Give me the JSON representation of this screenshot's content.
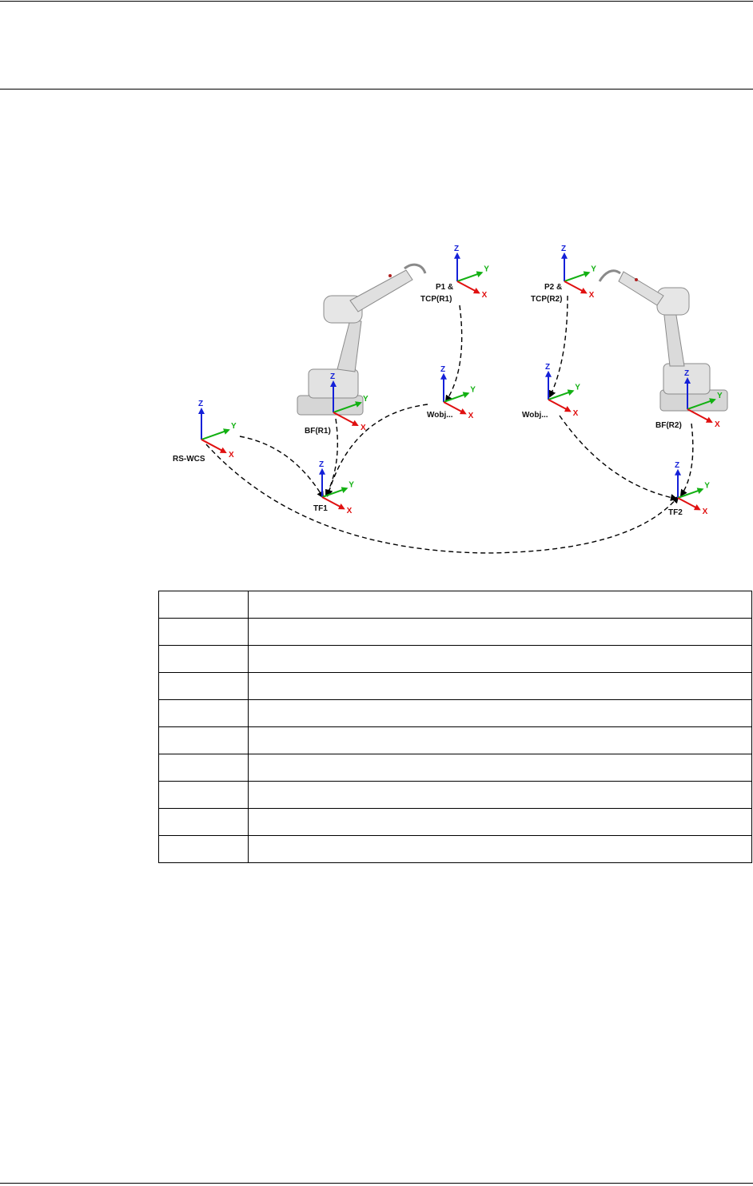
{
  "figure": {
    "labels": {
      "world": "RS-WCS",
      "base_r1": "BF(R1)",
      "base_r2": "BF(R2)",
      "task_1": "TF1",
      "task_2": "TF2",
      "wobj_1": "Wobj...",
      "wobj_2": "Wobj...",
      "point_1_line1": "P1 &",
      "point_1_line2": "TCP(R1)",
      "point_2_line1": "P2 &",
      "point_2_line2": "TCP(R2)"
    },
    "axis_letters": {
      "x": "X",
      "y": "Y",
      "z": "Z"
    },
    "axis_colors": {
      "x": "#e01010",
      "y": "#12b012",
      "z": "#1420d8"
    },
    "link_color": "#000000"
  },
  "table": {
    "rows": [
      [
        "",
        ""
      ],
      [
        "",
        ""
      ],
      [
        "",
        ""
      ],
      [
        "",
        ""
      ],
      [
        "",
        ""
      ],
      [
        "",
        ""
      ],
      [
        "",
        ""
      ],
      [
        "",
        ""
      ],
      [
        "",
        ""
      ],
      [
        "",
        ""
      ]
    ]
  }
}
